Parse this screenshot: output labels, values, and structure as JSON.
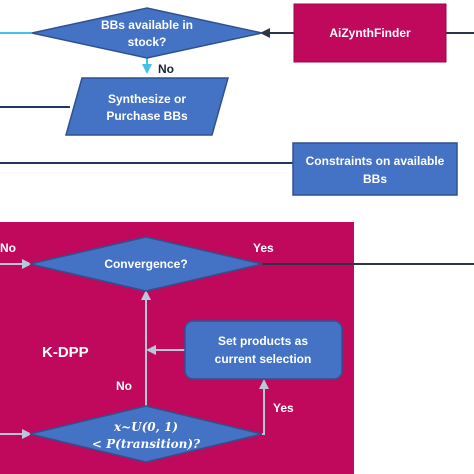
{
  "colors": {
    "blue_node": "#4472c4",
    "blue_stroke": "#2f528f",
    "magenta": "#c0085c",
    "dark_line": "#2a3646",
    "navy_line": "#1f3864",
    "light_line": "#9ab0c8",
    "cyan_line": "#44c1e8",
    "yes_no_text_dark": "#1a2332",
    "yes_no_text_light": "#ffffff"
  },
  "nodes": {
    "bbs_available": {
      "line1": "BBs available in",
      "line2": "stock?"
    },
    "aizynthfinder": {
      "label": "AiZynthFinder"
    },
    "synthesize": {
      "line1": "Synthesize or",
      "line2": "Purchase BBs"
    },
    "constraints": {
      "line1": "Constraints on available",
      "line2": "BBs"
    },
    "kdpp": {
      "label": "K-DPP"
    },
    "convergence": {
      "label": "Convergence?"
    },
    "set_products": {
      "line1": "Set products as",
      "line2": "current selection"
    },
    "transition": {
      "line1": "x~U(0, 1)",
      "line2": "< P(transition)?"
    }
  },
  "edges": {
    "bbs_no": "No",
    "convergence_no": "No",
    "convergence_yes": "Yes",
    "transition_no": "No",
    "transition_yes": "Yes"
  }
}
